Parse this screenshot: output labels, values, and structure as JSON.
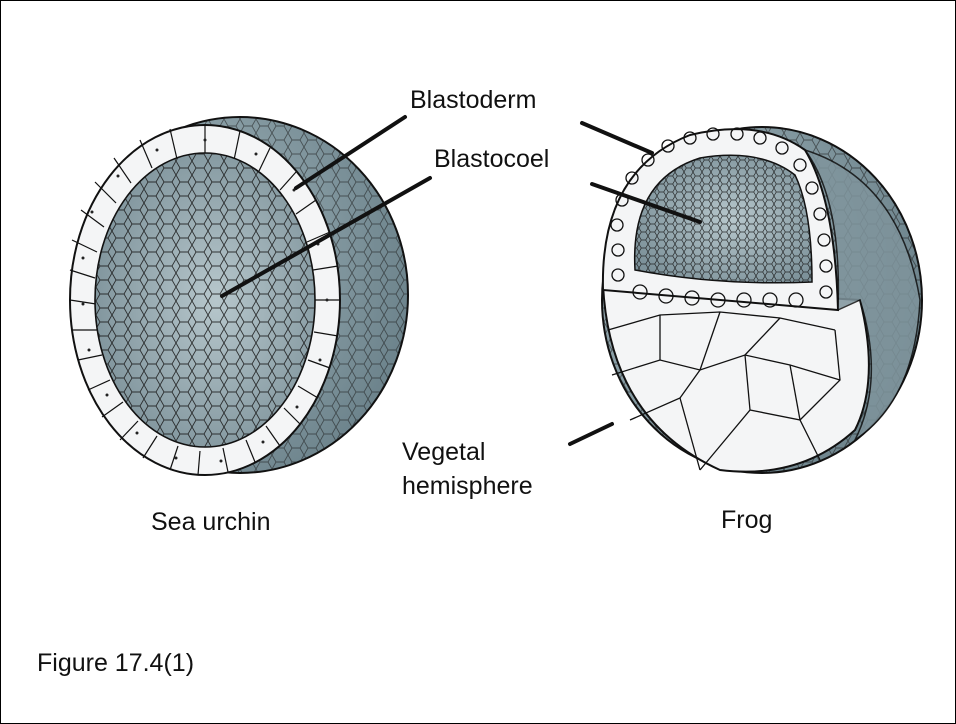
{
  "labels": {
    "blastoderm": "Blastoderm",
    "blastocoel": "Blastocoel",
    "vegetal": "Vegetal",
    "hemisphere": "hemisphere",
    "sea_urchin": "Sea urchin",
    "frog": "Frog"
  },
  "caption": "Figure 17.4(1)",
  "colors": {
    "cell_fill": "#f4f5f6",
    "inner_fill": "#8fa3ab",
    "inner_light": "#b7c7cc",
    "shadow_fill": "#6f858d",
    "outline": "#111111"
  }
}
